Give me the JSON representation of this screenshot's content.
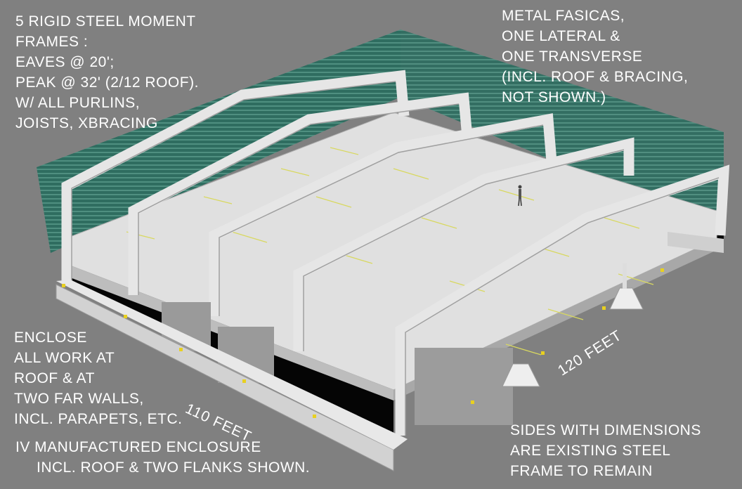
{
  "notes": {
    "frames": [
      "5 RIGID STEEL MOMENT",
      "FRAMES :",
      "EAVES @ 20';",
      "PEAK @ 32' (2/12 ROOF).",
      "W/ ALL PURLINS,",
      "JOISTS, XBRACING"
    ],
    "fascias": [
      "METAL FASICAS,",
      "ONE LATERAL &",
      "ONE TRANSVERSE",
      "(INCL. ROOF & BRACING,",
      "NOT SHOWN.)"
    ],
    "enclose": [
      "ENCLOSE",
      "ALL WORK AT",
      "ROOF & AT",
      "TWO FAR WALLS,",
      "INCL. PARAPETS, ETC."
    ],
    "manufactured": [
      "IV MANUFACTURED ENCLOSURE",
      "INCL. ROOF & TWO FLANKS SHOWN."
    ],
    "existing": [
      "SIDES WITH DIMENSIONS",
      "ARE EXISTING STEEL",
      "FRAME TO REMAIN"
    ]
  },
  "dimensions": {
    "width": "110 FEET",
    "depth": "120 FEET"
  },
  "colors": {
    "background": "#808080",
    "wall": "#2e6b5e",
    "roof": "#dedede",
    "frame": "#e4e4e4",
    "purlin": "#d8d860"
  }
}
